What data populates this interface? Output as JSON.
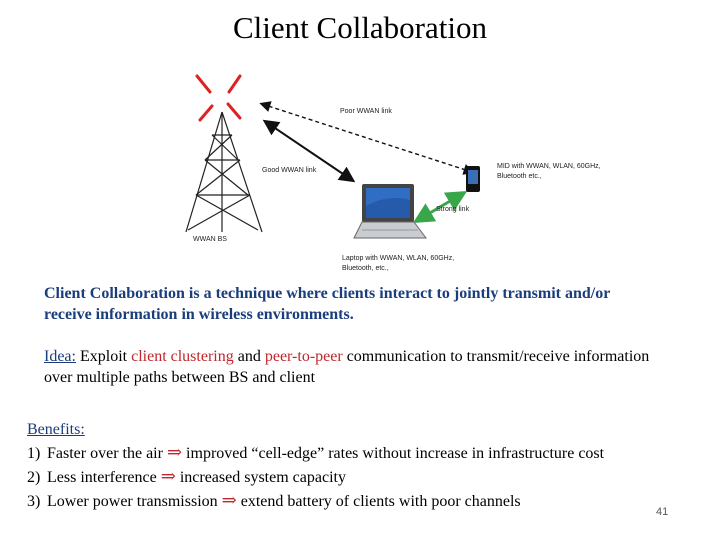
{
  "title": "Client Collaboration",
  "diagram": {
    "poor_link_label": "Poor WWAN link",
    "good_link_label": "Good WWAN link",
    "strong_link_label": "Strong link",
    "bs_label": "WWAN BS",
    "mid_label_line1": "MID with WWAN, WLAN, 60GHz,",
    "mid_label_line2": "Bluetooth etc.,",
    "laptop_label_line1": "Laptop with WWAN, WLAN, 60GHz,",
    "laptop_label_line2": "Bluetooth, etc.,"
  },
  "definition": "Client Collaboration is a technique where clients interact to jointly transmit and/or receive information in wireless environments.",
  "idea": {
    "label": "Idea:",
    "t1": " Exploit ",
    "h1": "client clustering",
    "t2": " and ",
    "h2": "peer-to-peer",
    "t3": " communication to transmit/receive information over multiple paths between BS and client"
  },
  "benefits": {
    "heading": "Benefits:",
    "items": [
      {
        "num": "1)",
        "before": "Faster over the air",
        "arrow": "⇒",
        "after": "improved “cell-edge” rates without increase in infrastructure cost"
      },
      {
        "num": "2)",
        "before": "Less interference",
        "arrow": "⇒",
        "after": "increased system capacity"
      },
      {
        "num": "3)",
        "before": "Lower power transmission",
        "arrow": "⇒",
        "after": "extend battery of clients with poor channels"
      }
    ]
  },
  "page_number": "41",
  "colors": {
    "arrow_green": "#3aa64a",
    "red": "#c0262b",
    "blue": "#1a3d7c"
  }
}
